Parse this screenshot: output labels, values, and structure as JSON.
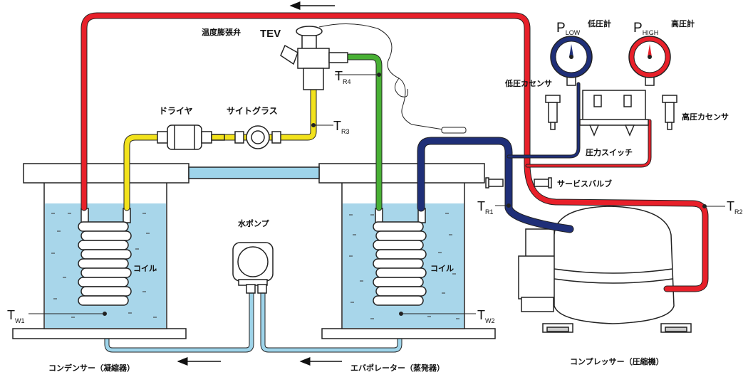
{
  "labels": {
    "tev_jp": "温度膨張弁",
    "tev": "TEV",
    "dryer": "ドライヤ",
    "sight_glass": "サイトグラス",
    "low_gauge_jp": "低圧計",
    "high_gauge_jp": "高圧計",
    "p_symbol": "P",
    "p_low_sub": "LOW",
    "p_high_sub": "HIGH",
    "low_sensor": "低圧カセンサ",
    "high_sensor": "高圧カセンサ",
    "pressure_switch": "圧力スイッチ",
    "service_valve": "サービスバルブ",
    "coil_left": "コイル",
    "coil_right": "コイル",
    "water_pump": "水ポンプ",
    "condenser": "コンデンサー（凝縮器）",
    "evaporator": "エバポレーター（蒸発器）",
    "compressor": "コンプレッサー（圧縮機）",
    "t": "T",
    "tr4_sub": "R4",
    "tr3_sub": "R3",
    "tr1_sub": "R1",
    "tr2_sub": "R2",
    "tw1_sub": "W1",
    "tw2_sub": "W2"
  },
  "colors": {
    "discharge_line": "#e8202a",
    "liquid_line": "#f2e21c",
    "suction_line": "#1f2f78",
    "tev_outlet_line": "#48b034",
    "water_line": "#9ed4ea",
    "tank_water": "#a8d6ea",
    "outline": "#222222"
  }
}
